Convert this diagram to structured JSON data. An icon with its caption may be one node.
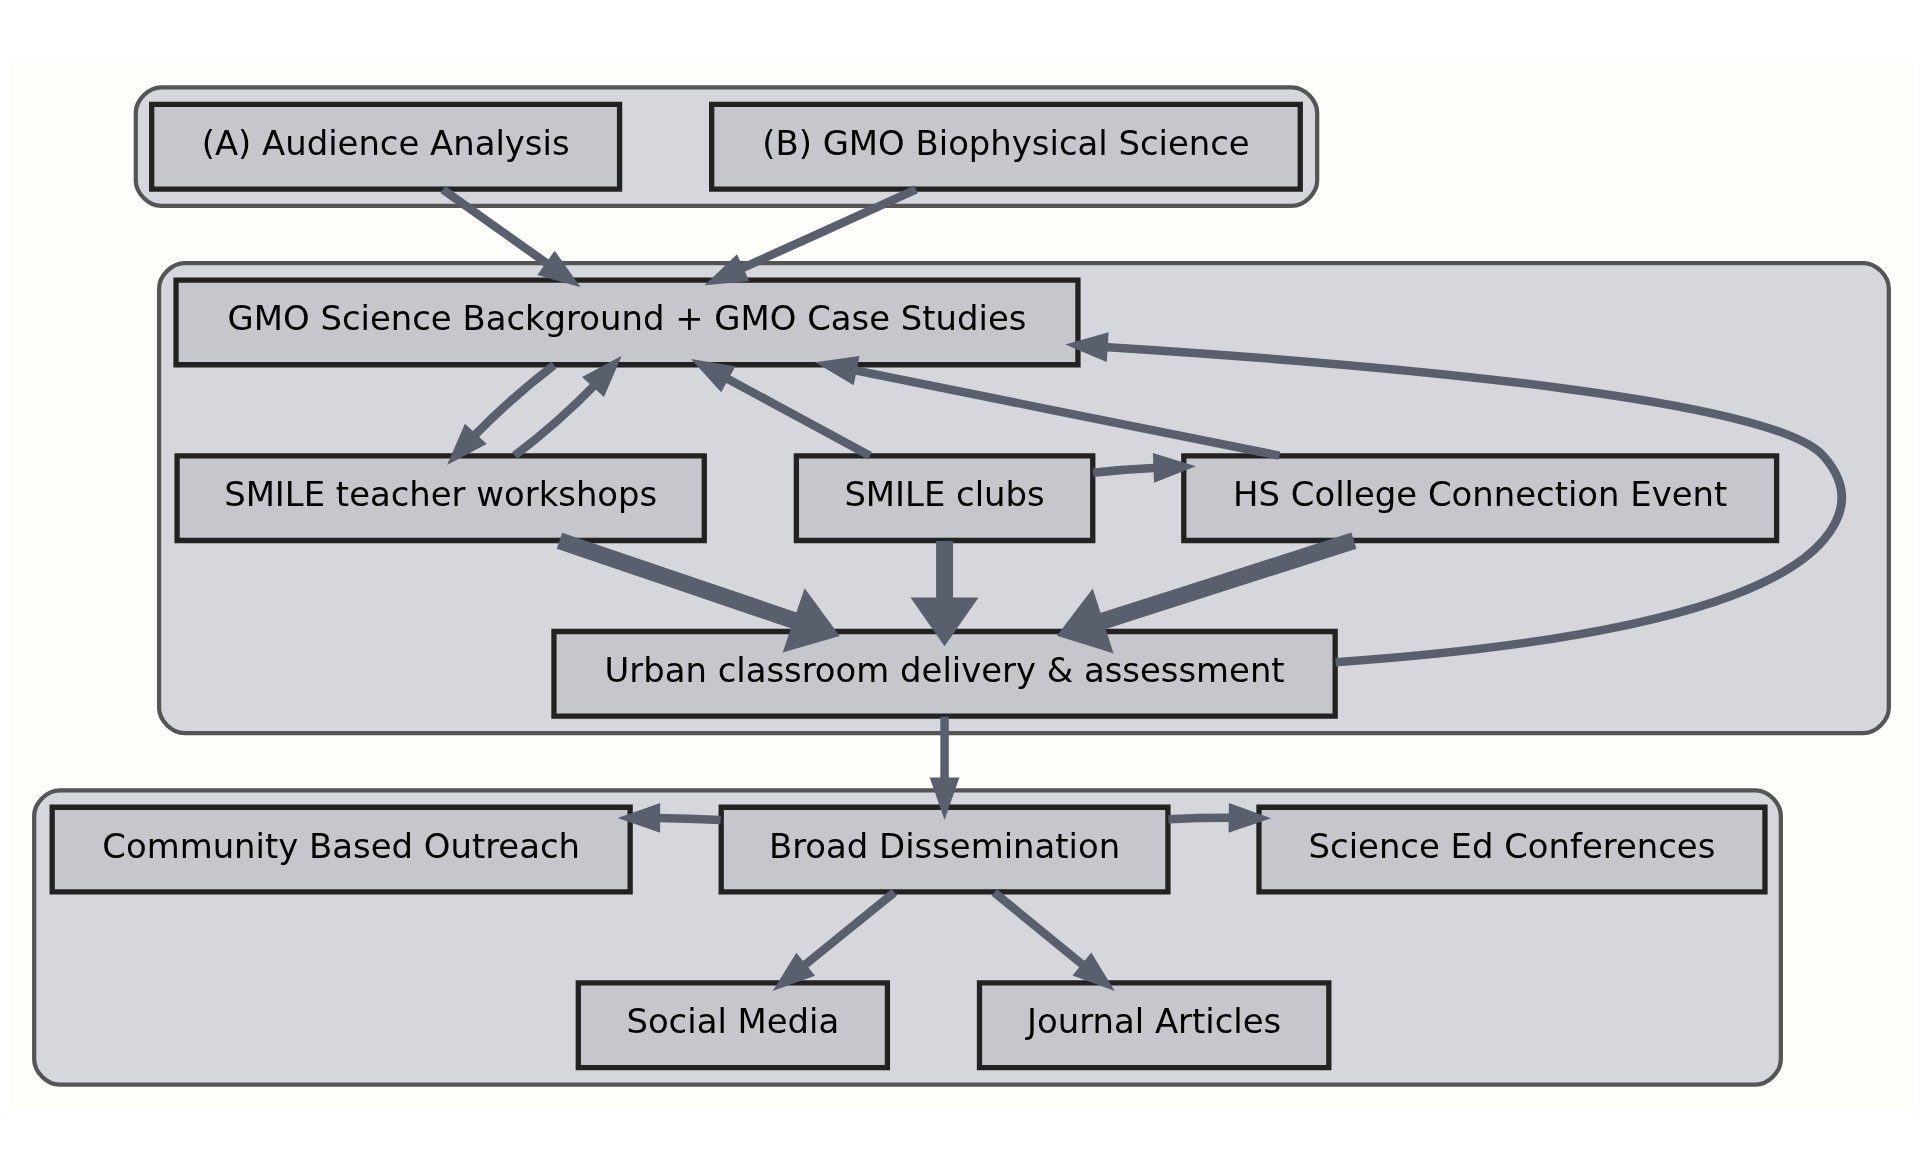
{
  "diagram": {
    "nodes": [
      {
        "text": [],
        "shape": "box"
      },
      {
        "text": [
          "(A) Audience Analysis"
        ],
        "in": 0
      },
      {
        "text": [
          "(B) GMO Biophysical Science"
        ],
        "in": 0
      },
      {
        "text": [],
        "shape": "box"
      },
      {
        "text": [
          "GMO Science Background + GMO Case Studies"
        ],
        "in": 3
      },
      {
        "text": [
          "SMILE teacher workshops"
        ],
        "in": 3
      },
      {
        "text": [
          "SMILE clubs"
        ],
        "in": 3
      },
      {
        "text": [
          "HS College Connection Event"
        ],
        "in": 3
      },
      {
        "text": [
          "Urban classroom delivery & assessment"
        ],
        "in": 3
      },
      {
        "text": [],
        "shape": "box"
      },
      {
        "text": [
          "Community Based Outreach"
        ],
        "in": 9
      },
      {
        "text": [
          "Broad Dissemination"
        ],
        "in": 9
      },
      {
        "text": [
          "Science Ed Conferences"
        ],
        "in": 9
      },
      {
        "text": [
          "Social Media"
        ],
        "in": 9
      },
      {
        "text": [
          "Journal Articles"
        ],
        "in": 9
      }
    ],
    "edges": [
      {
        "from": 1,
        "to": 4,
        "arrow": "to"
      },
      {
        "from": 2,
        "to": 4,
        "arrow": "to"
      },
      {
        "from": 4,
        "to": 5,
        "arrow": "to"
      },
      {
        "from": 5,
        "to": 4,
        "arrow": "to"
      },
      {
        "from": 6,
        "to": 4,
        "arrow": "to"
      },
      {
        "from": 6,
        "to": 7,
        "arrow": "to"
      },
      {
        "from": 7,
        "to": 4,
        "arrow": "to"
      },
      {
        "from": 5,
        "to": 8,
        "arrow": "to",
        "style": "thick"
      },
      {
        "from": 6,
        "to": 8,
        "arrow": "to",
        "style": "thick"
      },
      {
        "from": 7,
        "to": 8,
        "arrow": "to",
        "style": "thick"
      },
      {
        "from": 8,
        "to": 4,
        "arrow": "to"
      },
      {
        "from": 8,
        "to": 11,
        "arrow": "to"
      },
      {
        "from": 11,
        "to": 10,
        "arrow": "to"
      },
      {
        "from": 11,
        "to": 12,
        "arrow": "to"
      },
      {
        "from": 11,
        "to": 13,
        "arrow": "to"
      },
      {
        "from": 11,
        "to": 14,
        "arrow": "to"
      }
    ]
  }
}
